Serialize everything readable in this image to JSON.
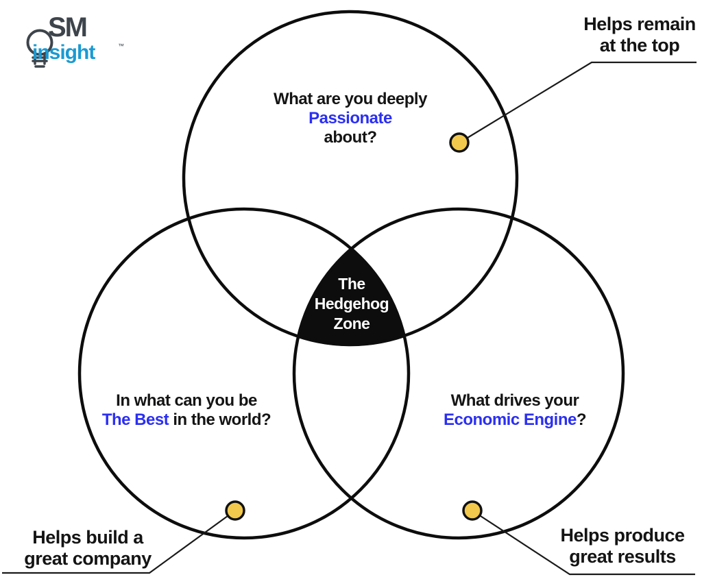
{
  "logo": {
    "sm": "SM",
    "insight": "insight",
    "tm": "™",
    "icon": "lightbulb-icon"
  },
  "questions": {
    "passion": {
      "line1": "What are you deeply",
      "highlight": "Passionate",
      "line2": "about?"
    },
    "best": {
      "line1": "In what can you be",
      "highlight": "The Best",
      "rest": " in the world?"
    },
    "economic": {
      "line1": "What drives your",
      "highlight": "Economic Engine",
      "rest": "?"
    }
  },
  "center_zone": {
    "line1": "The",
    "line2": "Hedgehog",
    "line3": "Zone"
  },
  "callouts": {
    "top_right": {
      "line1": "Helps remain",
      "line2": "at the top"
    },
    "bottom_left": {
      "line1": "Helps build a",
      "line2": "great company"
    },
    "bottom_right": {
      "line1": "Helps produce",
      "line2": "great results"
    }
  },
  "colors": {
    "highlight_blue": "#2b2ff2",
    "dot_yellow": "#f2c94c",
    "logo_blue": "#1b9ad2",
    "logo_gray": "#3d444b",
    "ink_black": "#0d0d0d",
    "zone_text": "#ffffff"
  }
}
